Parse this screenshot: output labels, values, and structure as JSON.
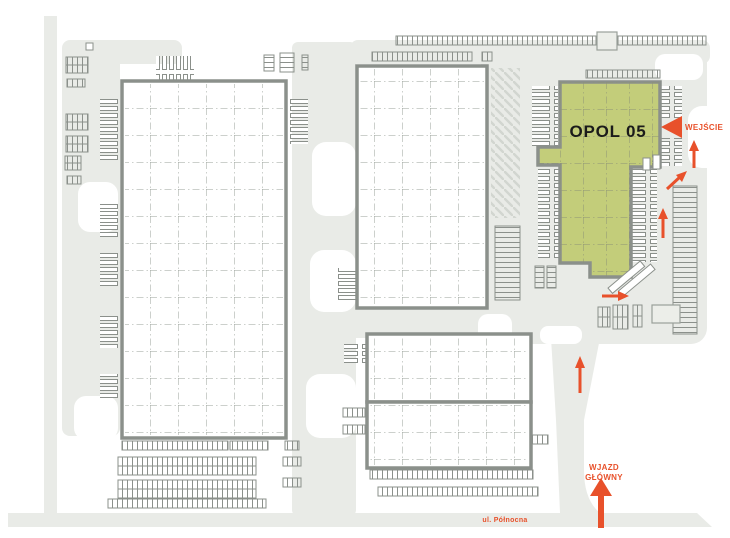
{
  "map": {
    "building_label": "OPOL 05",
    "entrance_label": "WEJŚCIE",
    "main_gate_label_line1": "WJAZD",
    "main_gate_label_line2": "GŁÓWNY",
    "street_label": "ul. Północna",
    "colors": {
      "highlight_green": "#c3cd7a",
      "accent_orange": "#e8512b",
      "building_outline": "#8b908b",
      "road": "#e9ebe7",
      "grid_line": "#9aa09a",
      "background": "#ffffff"
    }
  }
}
